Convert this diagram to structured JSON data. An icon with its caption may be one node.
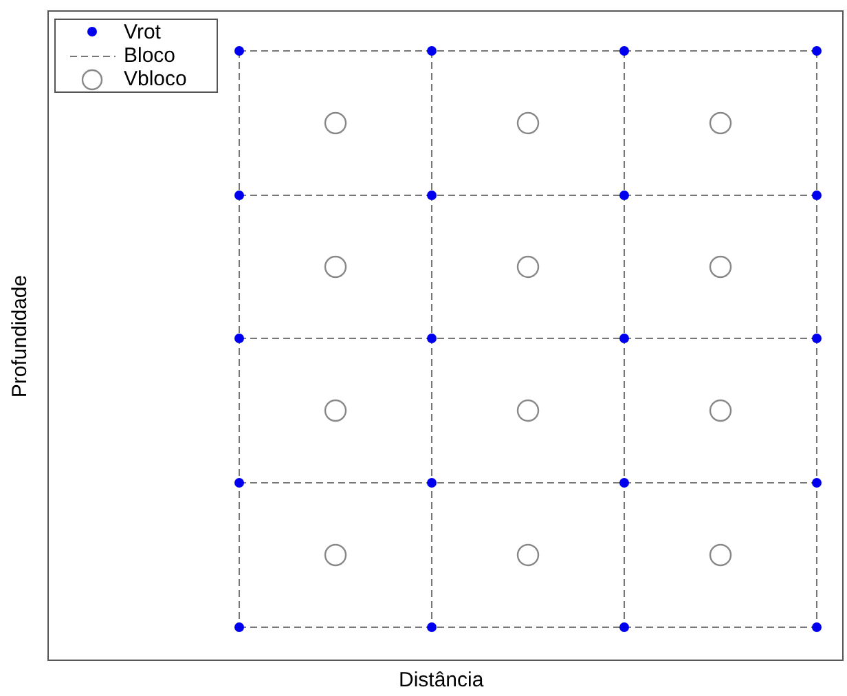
{
  "diagram": {
    "labels": [
      "Profundidade",
      "Distância"
    ],
    "legend": [
      {
        "text": "Vrot"
      },
      {
        "text": "Bloco"
      },
      {
        "text": "Vbloco"
      }
    ]
  }
}
